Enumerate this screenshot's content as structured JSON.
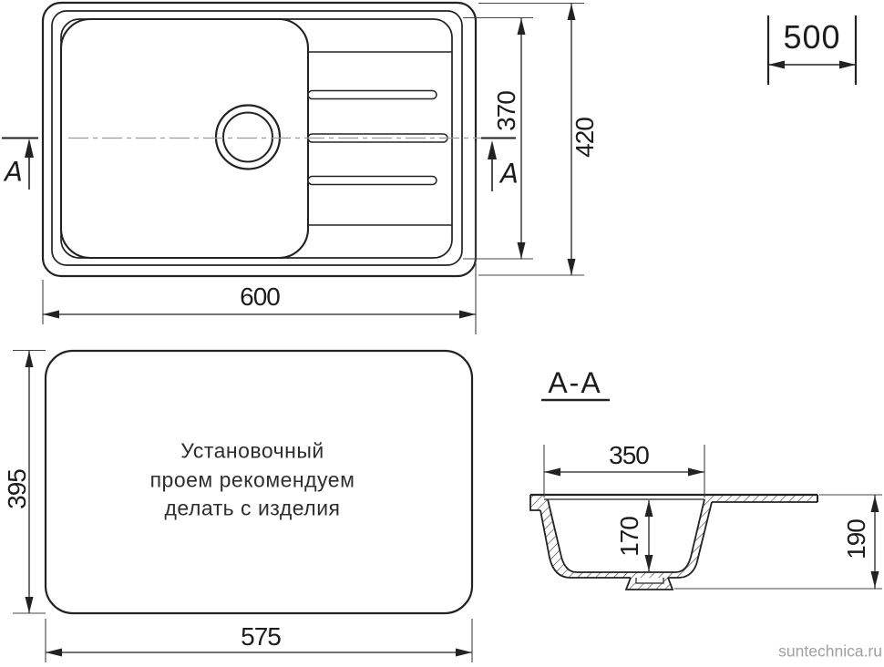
{
  "watermark": "suntechnica.ru",
  "colors": {
    "line": "#222222",
    "dim_text": "#1c1c1c",
    "note_text": "#2e2e2e",
    "centerline": "#9a9a9a",
    "watermark_text": "#a0a0a0"
  },
  "top_view": {
    "section_arrow_left": "A",
    "section_arrow_right": "A",
    "dim_overall_width": "600",
    "dim_overall_depth": "420",
    "dim_bowl_field_depth": "370",
    "dim_cabinet_width": "500"
  },
  "cutout_view": {
    "dim_depth": "395",
    "dim_width": "575",
    "note": {
      "line1": "Установочный",
      "line2": "проем рекомендуем",
      "line3": "делать с изделия"
    }
  },
  "section_view": {
    "title": "A-A",
    "dim_bowl_top_width": "350",
    "dim_bowl_depth": "170",
    "dim_overall_height": "190"
  }
}
